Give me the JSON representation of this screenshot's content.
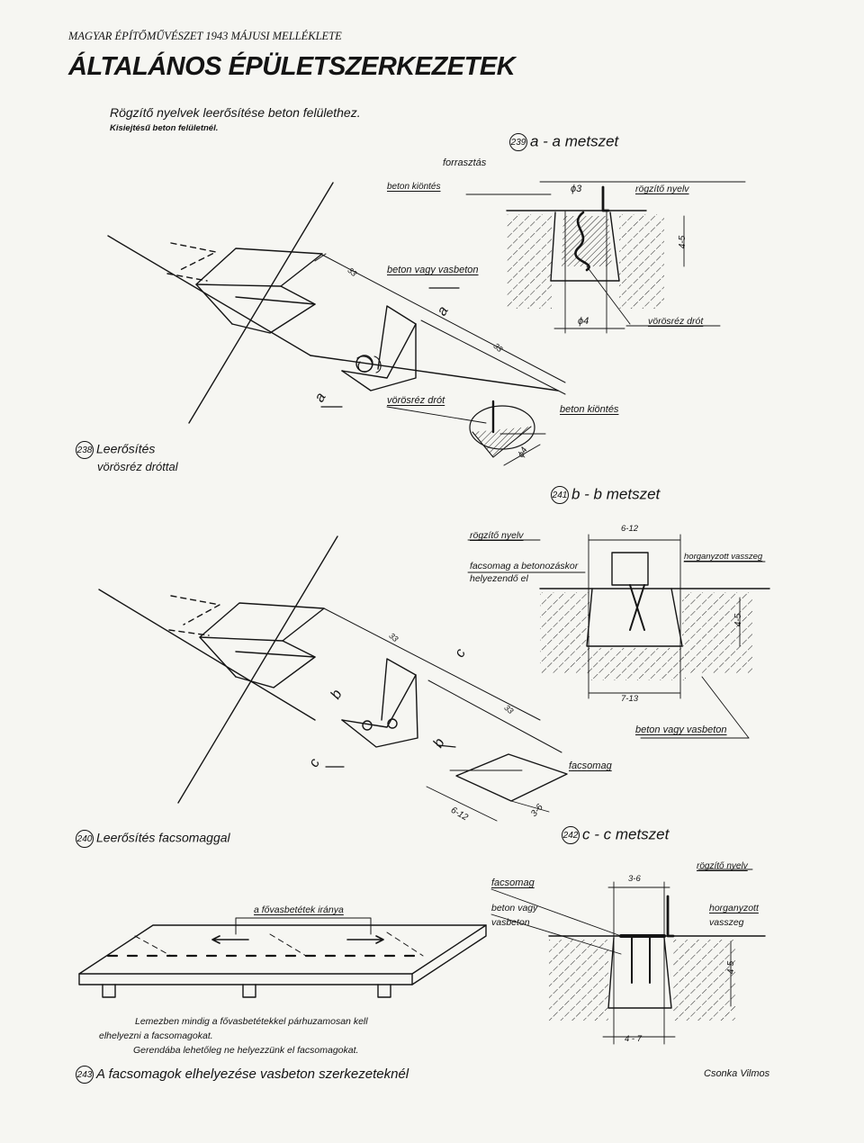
{
  "header": {
    "journal": "MAGYAR ÉPÍTŐMŰVÉSZET 1943 MÁJUSI MELLÉKLETE",
    "title": "ÁLTALÁNOS ÉPÜLETSZERKEZETEK",
    "subtitle": "Rögzítő nyelvek leerősítése beton felülethez.",
    "subtitle2": "Kisiejtésű beton felületnél."
  },
  "fig238": {
    "number": "238",
    "caption_line1": "Leerősítés",
    "caption_line2": "vörösréz dróttal",
    "labels": {
      "forrasztas": "forrasztás",
      "beton_kiontes": "beton kiöntés",
      "beton_vagy_vasbeton": "beton vagy vasbeton",
      "vorosrez_drot": "vörösréz drót",
      "beton_kiontes2": "beton kiöntés",
      "d33a": "33",
      "d33b": "33",
      "a1": "a",
      "a2": "a",
      "phi4": "ϕ4"
    }
  },
  "fig239": {
    "number": "239",
    "caption": "a - a  metszet",
    "labels": {
      "phi3": "ϕ3",
      "rogzito_nyelv": "rögzítő nyelv",
      "dim45": "4-5",
      "phi4": "ϕ4",
      "vorosrez_drot": "vörösréz drót"
    }
  },
  "fig240": {
    "number": "240",
    "caption": "Leerősítés facsomaggal",
    "labels": {
      "d33a": "33",
      "d33b": "33",
      "b1": "b",
      "b2": "b",
      "c1": "c",
      "c2": "c",
      "facsomag": "facsomag",
      "dim612": "6-12",
      "dim36": "3-6"
    }
  },
  "fig241": {
    "number": "241",
    "caption": "b - b  metszet",
    "labels": {
      "rogzito_nyelv": "rögzítő nyelv",
      "facsomag_line1": "facsomag a betonozáskor",
      "facsomag_line2": "helyezendő el",
      "dim612": "6-12",
      "horganyzott": "horganyzott vasszeg",
      "dim45": "4-5",
      "dim713": "7-13",
      "beton_vagy_vasbeton": "beton vagy vasbeton"
    }
  },
  "fig242": {
    "number": "242",
    "caption": "c - c  metszet",
    "labels": {
      "rogzito_nyelv": "rögzítő nyelv",
      "dim36": "3-6",
      "facsomag": "facsomag",
      "beton_vagy": "beton vagy",
      "vasbeton": "vasbeton",
      "horganyzott": "horganyzott",
      "vasszeg": "vasszeg",
      "dim45": "4-5",
      "dim47": "4 - 7"
    }
  },
  "fig243": {
    "number": "243",
    "caption": "A facsomagok elhelyezése vasbeton szerkezeteknél",
    "arrow_label": "a fővasbetétek iránya",
    "note1": "Lemezben mindig a fővasbetétekkel párhuzamosan kell",
    "note2": "elhelyezni a facsomagokat.",
    "note3": "Gerendába lehetőleg ne helyezzünk el facsomagokat."
  },
  "author": "Csonka Vilmos"
}
